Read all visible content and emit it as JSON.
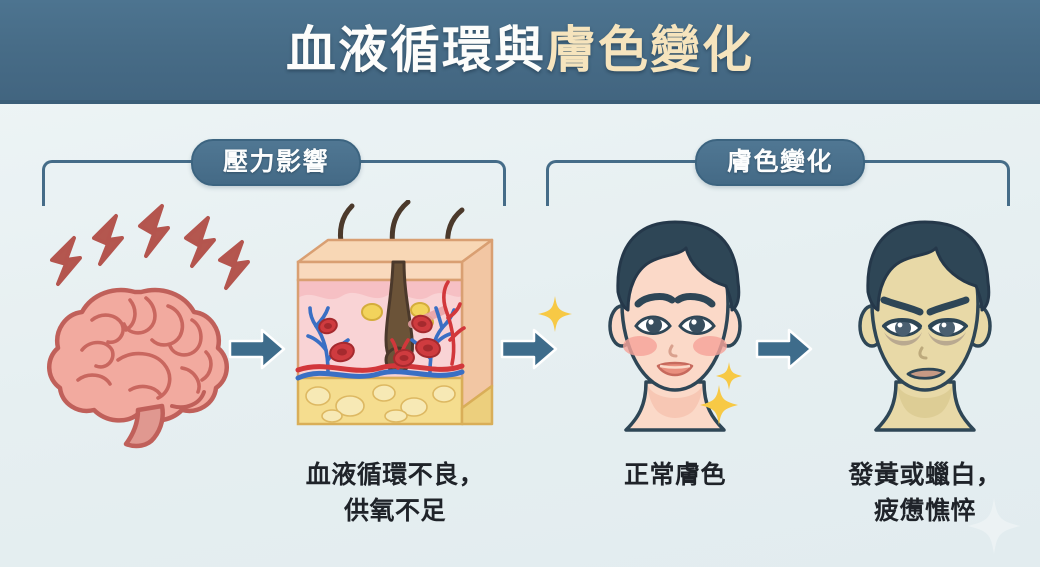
{
  "header": {
    "title_white": "血液循環與",
    "title_gold": "膚色變化",
    "title_full": "血液循環與膚色變化",
    "bg_color": "#476c87",
    "gold_color": "#f6e4bd"
  },
  "sections": [
    {
      "id": "stress",
      "label": "壓力影響"
    },
    {
      "id": "skin-tone",
      "label": "膚色變化"
    }
  ],
  "panels": [
    {
      "id": "brain",
      "icon": "stressed-brain-icon",
      "caption": "",
      "brain_color": "#f2aa9f",
      "bolt_color": "#c0392b"
    },
    {
      "id": "skin-cross-section",
      "icon": "skin-cross-section-icon",
      "caption": "血液循環不良，\n供氧不足",
      "fat_color": "#f5dd8f",
      "artery_color": "#d2373b",
      "vein_color": "#3a6fc4"
    },
    {
      "id": "face-normal",
      "icon": "healthy-face-icon",
      "caption": "正常膚色",
      "skin_color": "#fbd9c8",
      "blush_color": "#f5a49a",
      "hair_color": "#2e4656"
    },
    {
      "id": "face-dull",
      "icon": "tired-face-icon",
      "caption": "發黃或蠟白，\n疲憊憔悴",
      "skin_color": "#e8d9a7",
      "hair_color": "#2e4656"
    }
  ],
  "arrows": [
    {
      "id": "arrow-brain-to-skin",
      "direction": "right",
      "color": "#3e6c8b"
    },
    {
      "id": "arrow-skin-to-face-normal",
      "direction": "right",
      "color": "#3e6c8b"
    },
    {
      "id": "arrow-face-normal-to-face-dull",
      "direction": "right",
      "color": "#3e6c8b"
    }
  ],
  "decorations": {
    "gold_sparkle_color": "#f7c945",
    "white_sparkle_color": "#ffffff"
  },
  "theme": {
    "background": "#e9f1f3",
    "accent_blue": "#456c88",
    "text_color": "#1f2329"
  }
}
